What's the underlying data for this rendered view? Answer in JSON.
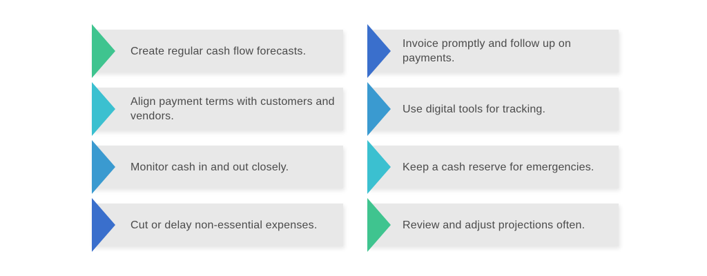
{
  "tips": {
    "left": [
      {
        "text": "Create regular cash flow forecasts.",
        "color": "#3fc48f"
      },
      {
        "text": "Align payment terms with customers and vendors.",
        "color": "#3bc0d0"
      },
      {
        "text": "Monitor cash in and out closely.",
        "color": "#3a9ad0"
      },
      {
        "text": "Cut or delay non-essential expenses.",
        "color": "#3a6fcc"
      }
    ],
    "right": [
      {
        "text": "Invoice promptly and follow up on payments.",
        "color": "#3a6fcc"
      },
      {
        "text": "Use digital tools for tracking.",
        "color": "#3a9ad0"
      },
      {
        "text": "Keep a cash reserve for emergencies.",
        "color": "#3bc0d0"
      },
      {
        "text": "Review and adjust projections often.",
        "color": "#3fc48f"
      }
    ]
  },
  "colors": {
    "box_fill": "#e8e8e8",
    "text": "#4a4a4a",
    "green": "#3fc48f",
    "teal": "#3bc0d0",
    "mid_blue": "#3a9ad0",
    "dark_blue": "#3a6fcc"
  }
}
